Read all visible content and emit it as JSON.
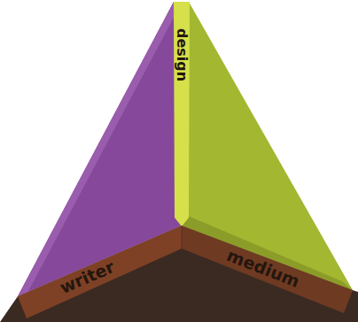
{
  "diagram": {
    "labels": [
      "design",
      "writer",
      "medium"
    ]
  }
}
